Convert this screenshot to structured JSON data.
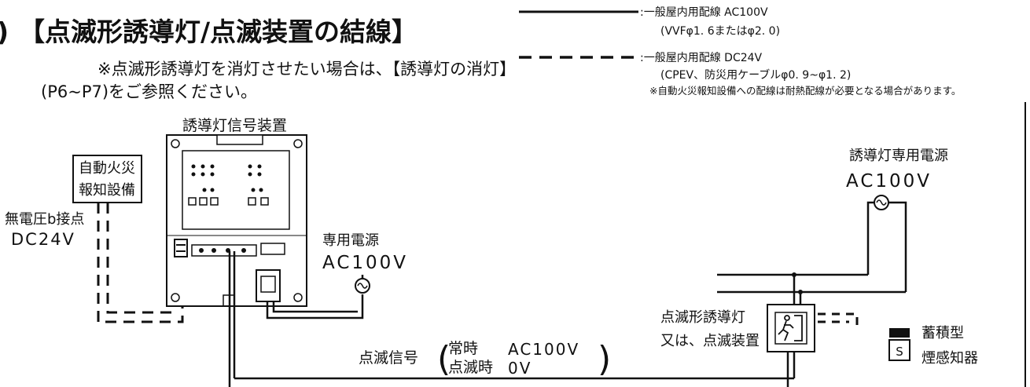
{
  "header": {
    "section_mark": ")",
    "title": "【点滅形誘導灯/点滅装置の結線】",
    "note_line1": "※点滅形誘導灯を消灯させたい場合は、【誘導灯の消灯】",
    "note_line2": "(P6~P7)をご参照ください。"
  },
  "legend": {
    "solid_line1": ":一般屋内用配線 AC100V",
    "solid_line2": "(VVFφ1. 6またはφ2. 0)",
    "dashed_line1": ":一般屋内用配線 DC24V",
    "dashed_line2": "(CPEV、防災用ケーブルφ0. 9~φ1. 2)",
    "footnote": "※自動火災報知設備への配線は耐熱配線が必要となる場合があります。"
  },
  "diagram": {
    "fire_alarm_line1": "自動火災",
    "fire_alarm_line2": "報知設備",
    "dry_contact": "無電圧b接点",
    "dc24v": "DC24V",
    "signal_device": "誘導灯信号装置",
    "dedicated_power": "専用電源",
    "dedicated_ac": "AC100V",
    "guide_power": "誘導灯専用電源",
    "guide_ac": "AC100V",
    "blinking_light_line1": "点滅形誘導灯",
    "blinking_light_line2": "又は、点滅装置",
    "smoke_s": "S",
    "smoke_line1": "蓄積型",
    "smoke_line2": "煙感知器",
    "blink_signal": "点滅信号",
    "normal_label": "常時",
    "blinking_label": "点滅時",
    "normal_volt": "AC100V",
    "blinking_volt": "0V"
  }
}
